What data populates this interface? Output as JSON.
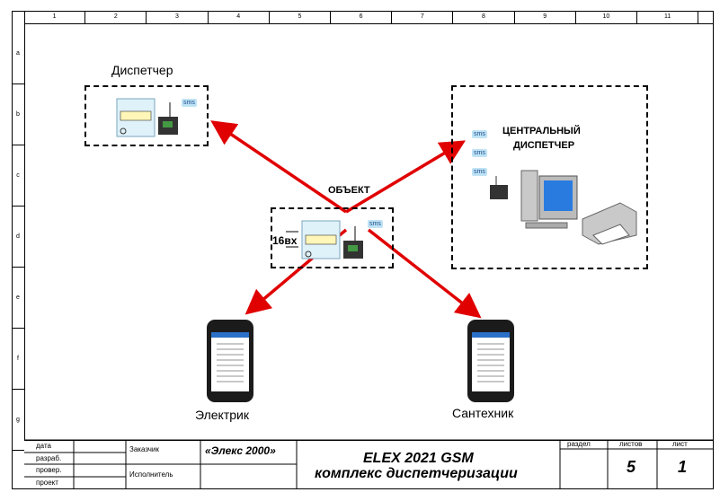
{
  "columns": [
    "1",
    "2",
    "3",
    "4",
    "5",
    "6",
    "7",
    "8",
    "9",
    "10",
    "11"
  ],
  "rows": [
    "a",
    "b",
    "c",
    "d",
    "e",
    "f",
    "g"
  ],
  "nodes": {
    "dispatcher": {
      "label": "Диспетчер",
      "sms": "sms"
    },
    "object": {
      "label": "ОБЪЕКТ",
      "inputs": "16вх",
      "sms": "sms"
    },
    "central": {
      "label_line1": "ЦЕНТРАЛЬНЫЙ",
      "label_line2": "ДИСПЕТЧЕР",
      "sms": [
        "sms",
        "sms",
        "sms"
      ]
    },
    "electrician": {
      "label": "Электрик"
    },
    "plumber": {
      "label": "Сантехник"
    }
  },
  "title_block": {
    "date": "дата",
    "developer": "разраб.",
    "checked": "провер.",
    "project": "проект",
    "customer_label": "Заказчик",
    "executor_label": "Исполнитель",
    "customer": "«Элекс 2000»",
    "title_line1": "ELEX 2021 GSM",
    "title_line2": "комплекс диспетчеризации",
    "section_label": "раздел",
    "sheets_label": "листов",
    "sheet_label": "лист",
    "sheets_value": "5",
    "sheet_value": "1"
  },
  "colors": {
    "arrow": "#e00000",
    "sms_bg": "#bfe3f5"
  }
}
